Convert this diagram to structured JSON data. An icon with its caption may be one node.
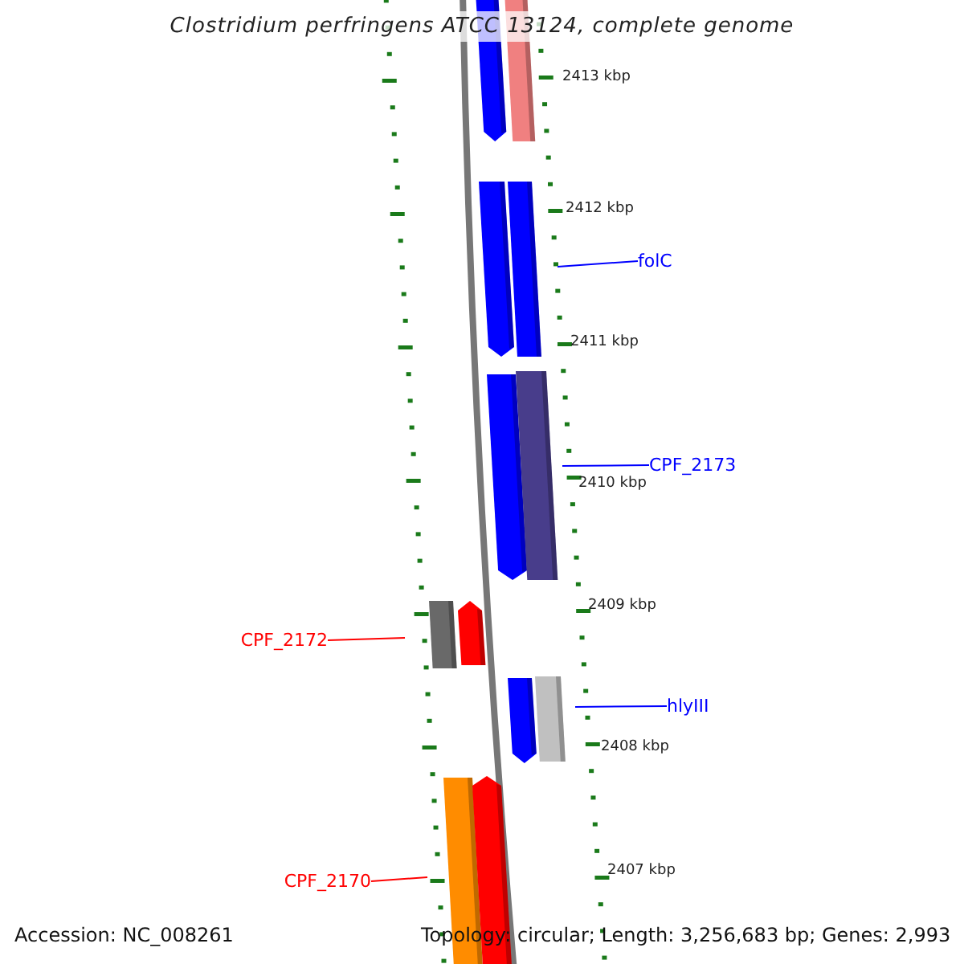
{
  "diagram": {
    "title": "Clostridium perfringens ATCC 13124, complete genome",
    "nodes": [
      {
        "text": [
          "folC"
        ]
      },
      {
        "text": [
          "CPF_2173"
        ]
      },
      {
        "text": [
          "CPF_2172"
        ]
      },
      {
        "text": [
          "hlyIII"
        ]
      },
      {
        "text": [
          "CPF_2170"
        ]
      }
    ],
    "edges": [
      {
        "from": 0,
        "to": null,
        "arrow": "none"
      },
      {
        "from": 1,
        "to": null,
        "arrow": "none"
      },
      {
        "from": 2,
        "to": null,
        "arrow": "none",
        "color": "#ff0000"
      },
      {
        "from": 3,
        "to": null,
        "arrow": "none"
      },
      {
        "from": 4,
        "to": null,
        "arrow": "none",
        "color": "#ff0000"
      }
    ],
    "labels": [
      "2413 kbp",
      "2412 kbp",
      "2411 kbp",
      "2410 kbp",
      "2409 kbp",
      "2408 kbp",
      "2407 kbp",
      "Accession: NC_008261",
      "Topology: circular; Length: 3,256,683 bp; Genes: 2,993"
    ]
  }
}
